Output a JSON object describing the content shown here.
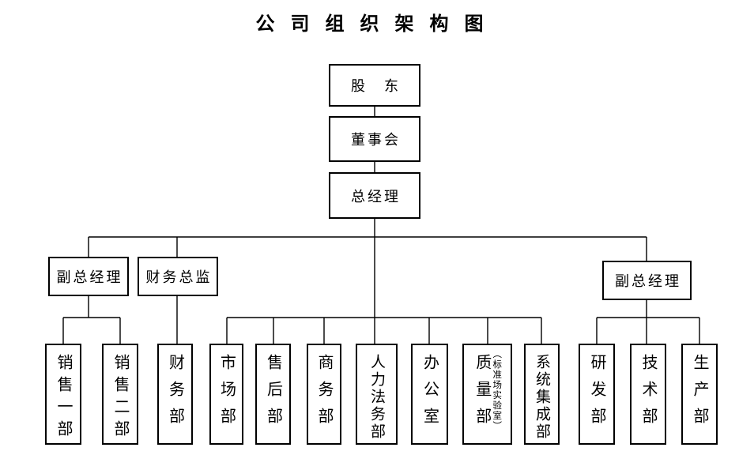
{
  "title": "公司组织架构图",
  "colors": {
    "line": "#000000",
    "background": "#ffffff",
    "text": "#000000"
  },
  "nodes": {
    "shareholders": {
      "label": "股　东"
    },
    "board": {
      "label": "董事会"
    },
    "general_manager": {
      "label": "总经理"
    },
    "vice_gm_left": {
      "label": "副总经理"
    },
    "finance_director": {
      "label": "财务总监"
    },
    "vice_gm_right": {
      "label": "副总经理"
    }
  },
  "departments": [
    {
      "label": "销售一部"
    },
    {
      "label": "销售二部"
    },
    {
      "label": "财务部"
    },
    {
      "label": "市场部"
    },
    {
      "label": "售后部"
    },
    {
      "label": "商务部"
    },
    {
      "label": "人力法务部"
    },
    {
      "label": "办公室"
    },
    {
      "label": "质量部",
      "note": "（标准场实验室）"
    },
    {
      "label": "系统集成部"
    },
    {
      "label": "研发部"
    },
    {
      "label": "技术部"
    },
    {
      "label": "生产部"
    }
  ]
}
